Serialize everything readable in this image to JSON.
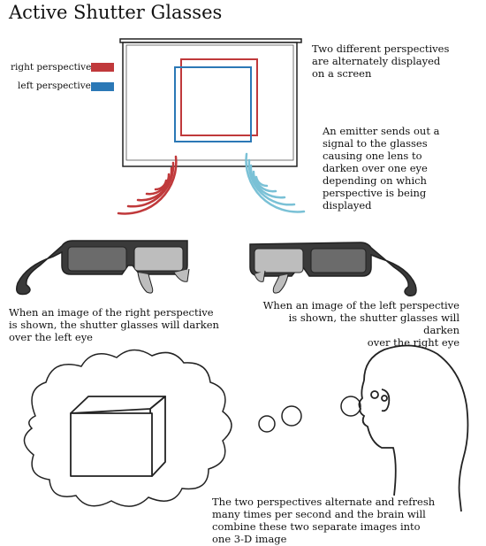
{
  "title": "Active Shutter Glasses",
  "legend": {
    "right_label": "right perspective",
    "left_label": "left perspective",
    "right_color": "#c0393b",
    "left_color": "#2b78b6"
  },
  "captions": {
    "screen": [
      "Two different perspectives",
      "are alternately displayed",
      "on a screen"
    ],
    "emitter": [
      "An emitter sends out a",
      "signal to the glasses",
      "causing one lens to",
      "darken over one eye",
      "depending on which",
      "perspective is being",
      "displayed"
    ],
    "right_view": [
      "When an image of the right perspective",
      "is shown, the shutter glasses will darken",
      "over the left eye"
    ],
    "left_view": [
      "When an image of the left perspective",
      "is shown, the shutter glasses will darken",
      "over the right eye"
    ],
    "brain": [
      "The two perspectives alternate and refresh",
      "many times per second and the brain will",
      "combine these two separate images into",
      "one 3-D image"
    ]
  },
  "colors": {
    "signal_red": "#c0393b",
    "signal_blue": "#7ac1d6",
    "glasses": "#3a3a3a",
    "lens_dark": "#6b6b6b",
    "lens_light": "#bdbdbd"
  }
}
